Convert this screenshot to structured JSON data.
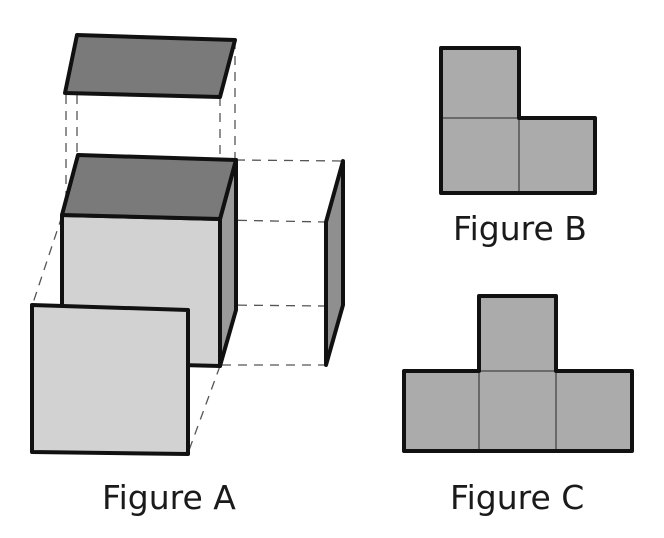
{
  "figures": {
    "a": {
      "caption": "Figure A"
    },
    "b": {
      "caption": "Figure B"
    },
    "c": {
      "caption": "Figure C"
    }
  },
  "colors": {
    "outline": "#111111",
    "dashed_guide": "#555555",
    "dark_face": "#7a7a7a",
    "light_face": "#d2d2d2",
    "side_face": "#9a9a9a",
    "tile_fill": "#ababab",
    "tile_divider": "#444444",
    "caption_text": "#1a1a1a"
  },
  "figure_b_tiles": 3,
  "figure_c_tiles": 4
}
